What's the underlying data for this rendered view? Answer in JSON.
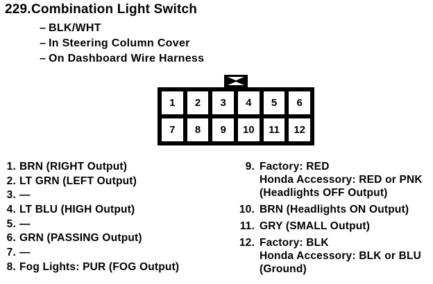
{
  "header": {
    "item_number": "229.",
    "title": "Combination Light Switch",
    "detail_prefix": "–",
    "details": [
      "BLK/WHT",
      "In Steering Column Cover",
      "On Dashboard Wire Harness"
    ]
  },
  "connector": {
    "type": "12-pin connector, 2 rows of 6",
    "key_icon": "bowtie-keying-tab",
    "pins": [
      "1",
      "2",
      "3",
      "4",
      "5",
      "6",
      "7",
      "8",
      "9",
      "10",
      "11",
      "12"
    ]
  },
  "pinout": {
    "left": [
      {
        "num": "1.",
        "lines": [
          "BRN (RIGHT Output)"
        ]
      },
      {
        "num": "2.",
        "lines": [
          "LT GRN (LEFT Output)"
        ]
      },
      {
        "num": "3.",
        "lines": [
          "—"
        ]
      },
      {
        "num": "4.",
        "lines": [
          "LT BLU (HIGH Output)"
        ]
      },
      {
        "num": "5.",
        "lines": [
          "—"
        ]
      },
      {
        "num": "6.",
        "lines": [
          "GRN (PASSING Output)"
        ]
      },
      {
        "num": "7.",
        "lines": [
          "—"
        ]
      },
      {
        "num": "8.",
        "lines": [
          "Fog Lights: PUR (FOG Output)"
        ]
      }
    ],
    "right": [
      {
        "num": "9.",
        "lines": [
          "Factory: RED",
          "Honda Accessory: RED or PNK",
          "(Headlights OFF Output)"
        ]
      },
      {
        "num": "10.",
        "lines": [
          "BRN (Headlights ON Output)"
        ]
      },
      {
        "num": "11.",
        "lines": [
          "GRY (SMALL Output)"
        ]
      },
      {
        "num": "12.",
        "lines": [
          "Factory: BLK",
          "Honda Accessory: BLK or BLU",
          "(Ground)"
        ]
      }
    ]
  }
}
